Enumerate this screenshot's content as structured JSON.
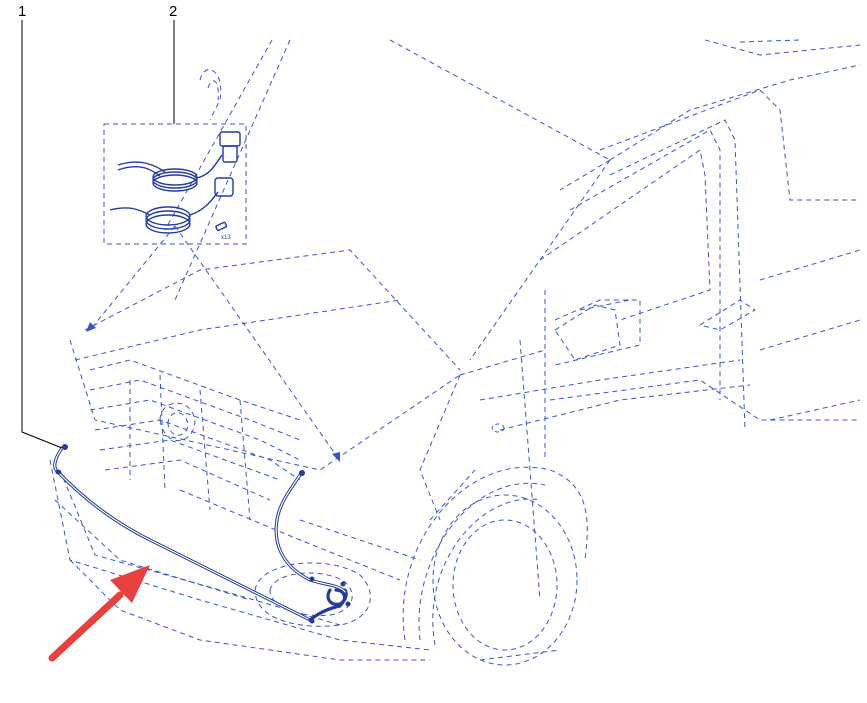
{
  "callouts": [
    {
      "number": "1"
    },
    {
      "number": "2"
    }
  ],
  "kit_panel": {
    "quantity_label": "x13"
  },
  "colors": {
    "line": "#3b57c4",
    "harness": "#233c9c",
    "arrow": "#e8403f",
    "callout_text": "#000000"
  }
}
